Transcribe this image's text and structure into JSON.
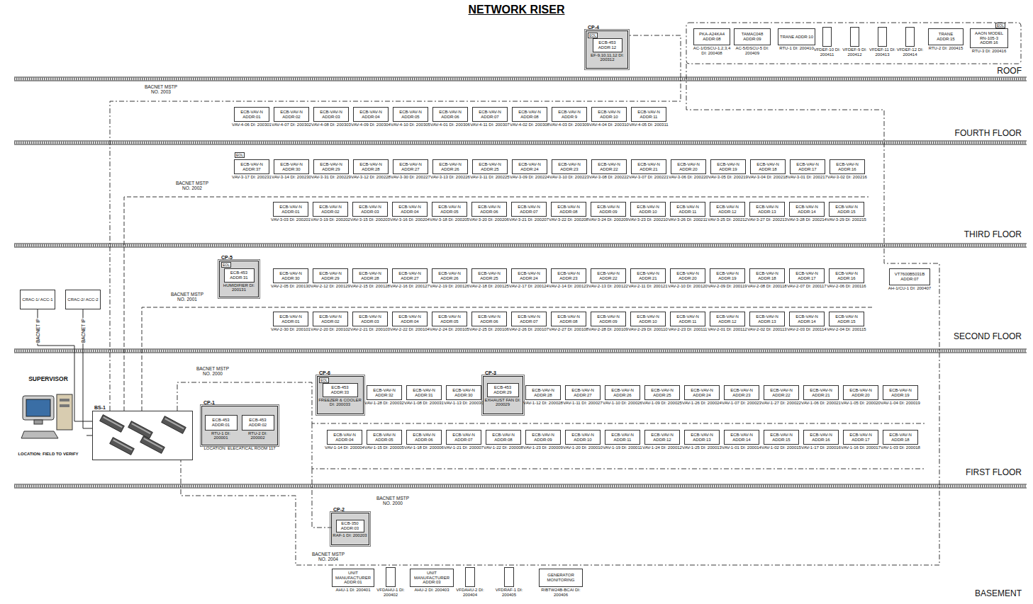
{
  "diagram": {
    "title": "NETWORK RISER",
    "nodes": [
      {
        "text": [
          "CP-4"
        ]
      },
      {
        "text": [
          "ECB-453 ADDR:12",
          "EF-9,10,11,12 DI: 200312"
        ],
        "in": 0
      },
      {
        "text": [
          "PKA-A24KA4 ADDR:08",
          "AC-1/DSCU-1,2,3,4 DI: 200408"
        ]
      },
      {
        "text": [
          "TAMAC048 ADDR:09",
          "AC-5/DSCU-5 DI: 200409"
        ]
      },
      {
        "text": [
          "TRANE ADDR:10",
          "RTU-1 DI: 200410"
        ]
      },
      {
        "text": [
          "VFDEF-10 DI: 200411"
        ]
      },
      {
        "text": [
          "VFDEF-9 DI: 200412"
        ]
      },
      {
        "text": [
          "VFDEF-11 DI: 200413"
        ]
      },
      {
        "text": [
          "VFDEF-12 DI: 200414"
        ]
      },
      {
        "text": [
          "TRANE ADDR:15",
          "RTU-2 DI: 200415"
        ]
      },
      {
        "text": [
          "AAON MODEL RN-105-3 ADDR:16",
          "RTU-3 DI: 200416"
        ]
      },
      {
        "text": [
          "ECB-VAV-N ADDR:01",
          "VAV-4-06 DI: 200301"
        ]
      },
      {
        "text": [
          "ECB-VAV-N ADDR:02",
          "VAV-4-07 DI: 200302"
        ]
      },
      {
        "text": [
          "ECB-VAV-N ADDR:03",
          "VAV-4-08 DI: 200303"
        ]
      },
      {
        "text": [
          "ECB-VAV-N ADDR:04",
          "VAV-4-09 DI: 200304"
        ]
      },
      {
        "text": [
          "ECB-VAV-N ADDR:05",
          "VAV-4-10 DI: 200305"
        ]
      },
      {
        "text": [
          "ECB-VAV-N ADDR:06",
          "VAV-4-01 DI: 200306"
        ]
      },
      {
        "text": [
          "ECB-VAV-N ADDR:07",
          "VAV-4-11 DI: 200307"
        ]
      },
      {
        "text": [
          "ECB-VAV-N ADDR:08",
          "VAV-4-02 DI: 200308"
        ]
      },
      {
        "text": [
          "ECB-VAV-N ADDR:9",
          "VAV-4-03 DI: 200309"
        ]
      },
      {
        "text": [
          "ECB-VAV-N ADDR:10",
          "VAV-4-04 DI: 200310"
        ]
      },
      {
        "text": [
          "ECB-VAV-N ADDR:11",
          "VAV-4-05 DI: 200311"
        ]
      },
      {
        "text": [
          "ECB-VAV-N ADDR:37",
          "VAV-3-17 DI: 200231"
        ]
      },
      {
        "text": [
          "ECB-VAV-N ADDR:30",
          "VAV-3-14 DI: 200230"
        ]
      },
      {
        "text": [
          "ECB-VAV-N ADDR:29",
          "VAV-3-31 DI: 200229"
        ]
      },
      {
        "text": [
          "ECB-VAV-N ADDR:28",
          "VAV-3-12 DI: 200228"
        ]
      },
      {
        "text": [
          "ECB-VAV-N ADDR:27",
          "VAV-3-30 DI: 200227"
        ]
      },
      {
        "text": [
          "ECB-VAV-N ADDR:26",
          "VAV-3-13 DI: 200226"
        ]
      },
      {
        "text": [
          "ECB-VAV-N ADDR:25",
          "VAV-3-11 DI: 200225"
        ]
      },
      {
        "text": [
          "ECB-VAV-N ADDR:24",
          "VAV-3-09 DI: 200224"
        ]
      },
      {
        "text": [
          "ECB-VAV-N ADDR:23",
          "VAV-3-10 DI: 200223"
        ]
      },
      {
        "text": [
          "ECB-VAV-N ADDR:22",
          "VAV-3-08 DI: 200222"
        ]
      },
      {
        "text": [
          "ECB-VAV-N ADDR:21",
          "VAV-3-07 DI: 200221"
        ]
      },
      {
        "text": [
          "ECB-VAV-N ADDR:20",
          "VAV-3-06 DI: 200220"
        ]
      },
      {
        "text": [
          "ECB-VAV-N ADDR:19",
          "VAV-3-05 DI: 200219"
        ]
      },
      {
        "text": [
          "ECB-VAV-N ADDR:18",
          "VAV-3-04 DI: 200218"
        ]
      },
      {
        "text": [
          "ECB-VAV-N ADDR:17",
          "VAV-3-01 DI: 200217"
        ]
      },
      {
        "text": [
          "ECB-VAV-N ADDR:16",
          "VAV-3-02 DI: 200216"
        ]
      },
      {
        "text": [
          "ECB-VAV-N ADDR:01",
          "VAV-3-03 DI: 200201"
        ]
      },
      {
        "text": [
          "ECB-VAV-N ADDR:02",
          "VAV-3-19 DI: 200202"
        ]
      },
      {
        "text": [
          "ECB-VAV-N ADDR:03",
          "VAV-3-15 DI: 200203"
        ]
      },
      {
        "text": [
          "ECB-VAV-N ADDR:04",
          "VAV-3-16 DI: 200204"
        ]
      },
      {
        "text": [
          "ECB-VAV-N ADDR:05",
          "VAV-3-18 DI: 200205"
        ]
      },
      {
        "text": [
          "ECB-VAV-N ADDR:06",
          "VAV-3-20 DI: 200206"
        ]
      },
      {
        "text": [
          "ECB-VAV-N ADDR:07",
          "VAV-3-21 DI: 200207"
        ]
      },
      {
        "text": [
          "ECB-VAV-N ADDR:08",
          "VAV-3-22 DI: 200208"
        ]
      },
      {
        "text": [
          "ECB-VAV-N ADDR:09",
          "VAV-3-24 DI: 200209"
        ]
      },
      {
        "text": [
          "ECB-VAV-N ADDR:10",
          "VAV-3-23 DI: 200210"
        ]
      },
      {
        "text": [
          "ECB-VAV-N ADDR:11",
          "VAV-3-26 DI: 200211"
        ]
      },
      {
        "text": [
          "ECB-VAV-N ADDR:12",
          "VAV-3-25 DI: 200212"
        ]
      },
      {
        "text": [
          "ECB-VAV-N ADDR:13",
          "VAV-3-27 DI: 200213"
        ]
      },
      {
        "text": [
          "ECB-VAV-N ADDR:14",
          "VAV-3-28 DI: 200214"
        ]
      },
      {
        "text": [
          "ECB-VAV-N ADDR:15",
          "VAV-3-29 DI: 200215"
        ]
      },
      {
        "text": [
          "CP-5"
        ]
      },
      {
        "text": [
          "ECB-453 ADDR:31",
          "HUMIDIFIER DI: 200131"
        ],
        "in": 53
      },
      {
        "text": [
          "ECB-VAV-N ADDR:30",
          "VAV-2-05 DI: 200130"
        ]
      },
      {
        "text": [
          "ECB-VAV-N ADDR:29",
          "VAV-2-12 DI: 200129"
        ]
      },
      {
        "text": [
          "ECB-VAV-N ADDR:28",
          "VAV-2-15 DI: 200128"
        ]
      },
      {
        "text": [
          "ECB-VAV-N ADDR:27",
          "VAV-2-16 DI: 200127"
        ]
      },
      {
        "text": [
          "ECB-VAV-N ADDR:26",
          "VAV-2-19 DI: 200126"
        ]
      },
      {
        "text": [
          "ECB-VAV-N ADDR:25",
          "VAV-2-18 DI: 200125"
        ]
      },
      {
        "text": [
          "ECB-VAV-N ADDR:24",
          "VAV-2-17 DI: 200124"
        ]
      },
      {
        "text": [
          "ECB-VAV-N ADDR:23",
          "VAV-2-14 DI: 200123"
        ]
      },
      {
        "text": [
          "ECB-VAV-N ADDR:22",
          "VAV-2-13 DI: 200122"
        ]
      },
      {
        "text": [
          "ECB-VAV-N ADDR:21",
          "VAV-2-11 DI: 200121"
        ]
      },
      {
        "text": [
          "ECB-VAV-N ADDR:20",
          "VAV-2-10 DI: 200120"
        ]
      },
      {
        "text": [
          "ECB-VAV-N ADDR:19",
          "VAV-2-09 DI: 200119"
        ]
      },
      {
        "text": [
          "ECB-VAV-N ADDR:18",
          "VAV-2-08 DI: 200118"
        ]
      },
      {
        "text": [
          "ECB-VAV-N ADDR:17",
          "VAV-2-07 DI: 200117"
        ]
      },
      {
        "text": [
          "ECB-VAV-N ADDR:16",
          "VAV-2-06 DI: 200116"
        ]
      },
      {
        "text": [
          "VT7600B5031B ADDR:07",
          "AH-1/CU-1 DI: 200407"
        ]
      },
      {
        "text": [
          "ECB-VAV-N ADDR:01",
          "VAV-2-30 DI: 200101"
        ]
      },
      {
        "text": [
          "ECB-VAV-N ADDR:02",
          "VAV-2-20 DI: 200102"
        ]
      },
      {
        "text": [
          "ECB-VAV-N ADDR:03",
          "VAV-2-21 DI: 200103"
        ]
      },
      {
        "text": [
          "ECB-VAV-N ADDR:04",
          "VAV-2-22 DI: 200104"
        ]
      },
      {
        "text": [
          "ECB-VAV-N ADDR:05",
          "VAV-2-24 DI: 200105"
        ]
      },
      {
        "text": [
          "ECB-VAV-N ADDR:06",
          "VAV-2-25 DI: 200106"
        ]
      },
      {
        "text": [
          "ECB-VAV-N ADDR:07",
          "VAV-2-26 DI: 200107"
        ]
      },
      {
        "text": [
          "ECB-VAV-N ADDR:08",
          "VAV-2-27 DI: 200108"
        ]
      },
      {
        "text": [
          "ECB-VAV-N ADDR:09",
          "VAV-2-28 DI: 200109"
        ]
      },
      {
        "text": [
          "ECB-VAV-N ADDR:10",
          "VAV-2-29 DI: 200110"
        ]
      },
      {
        "text": [
          "ECB-VAV-N ADDR:11",
          "VAV-2-23 DI: 200111"
        ]
      },
      {
        "text": [
          "ECB-VAV-N ADDR:12",
          "VAV-2-01 DI: 200112"
        ]
      },
      {
        "text": [
          "ECB-VAV-N ADDR:13",
          "VAV-2-02 DI: 200113"
        ]
      },
      {
        "text": [
          "ECB-VAV-N ADDR:14",
          "VAV-2-03 DI: 200114"
        ]
      },
      {
        "text": [
          "ECB-VAV-N ADDR:15",
          "VAV-2-04 DI: 200115"
        ]
      },
      {
        "text": [
          "CRAC-1/ ACC-1"
        ]
      },
      {
        "text": [
          "CRAC-2/ ACC-2"
        ]
      },
      {
        "text": [
          "SUPERVISOR",
          "LOCATION: FIELD TO VERIFY"
        ]
      },
      {
        "text": [
          "BS-1"
        ]
      },
      {
        "text": [
          "CP-1",
          "LOCATION: ELECATICAL ROOM 117"
        ]
      },
      {
        "text": [
          "ECB-453 ADDR:01",
          "RTU-1 DI: 200001"
        ],
        "in": 90
      },
      {
        "text": [
          "ECB-453 ADDR:02",
          "RTU-2 DI: 200002"
        ],
        "in": 90
      },
      {
        "text": [
          "CP-6"
        ]
      },
      {
        "text": [
          "ECB-453 ADDR:33",
          "FREEZER & COOLER DI: 200033"
        ],
        "in": 93
      },
      {
        "text": [
          "ECB-VAV-N ADDR:32",
          "VAV-1-28 DI: 200032"
        ]
      },
      {
        "text": [
          "ECB-VAV-N ADDR:31",
          "VAV-1-08 DI: 200031"
        ]
      },
      {
        "text": [
          "ECB-VAV-N ADDR:30",
          "VAV-1-13 DI: 200030"
        ]
      },
      {
        "text": [
          "CP-3"
        ]
      },
      {
        "text": [
          "ECB-453 ADDR:29",
          "EXHAUST FAN DI: 200029"
        ],
        "in": 98
      },
      {
        "text": [
          "ECB-VAV-N ADDR:28",
          "VAV-1-12 DI: 200028"
        ]
      },
      {
        "text": [
          "ECB-VAV-N ADDR:27",
          "VAV-1-11 DI: 200027"
        ]
      },
      {
        "text": [
          "ECB-VAV-N ADDR:26",
          "VAV-1-10 DI: 200026"
        ]
      },
      {
        "text": [
          "ECB-VAV-N ADDR:25",
          "VAV-1-09 DI: 200025"
        ]
      },
      {
        "text": [
          "ECB-VAV-N ADDR:24",
          "VAV-1-26 DI: 200024"
        ]
      },
      {
        "text": [
          "ECB-VAV-N ADDR:23",
          "VAV-1-07 DI: 200023"
        ]
      },
      {
        "text": [
          "ECB-VAV-N ADDR:22",
          "VAV-1-27 DI: 200022"
        ]
      },
      {
        "text": [
          "ECB-VAV-N ADDR:21",
          "VAV-1-06 DI: 200021"
        ]
      },
      {
        "text": [
          "ECB-VAV-N ADDR:20",
          "VAV-1-05 DI: 200020"
        ]
      },
      {
        "text": [
          "ECB-VAV-N ADDR:19",
          "VAV-1-04 DI: 200019"
        ]
      },
      {
        "text": [
          "ECB-VAV-N ADDR:04",
          "VAV-1-14 DI: 200004"
        ]
      },
      {
        "text": [
          "ECB-VAV-N ADDR:05",
          "VAV-1-15 DI: 200005"
        ]
      },
      {
        "text": [
          "ECB-VAV-N ADDR:06",
          "VAV-1-18 DI: 200006"
        ]
      },
      {
        "text": [
          "ECB-VAV-N ADDR:07",
          "VAV-1-21 DI: 200007"
        ]
      },
      {
        "text": [
          "ECB-VAV-N ADDR:08",
          "VAV-1-22 DI: 200008"
        ]
      },
      {
        "text": [
          "ECB-VAV-N ADDR:09",
          "VAV-1-23 DI: 200009"
        ]
      },
      {
        "text": [
          "ECB-VAV-N ADDR:10",
          "VAV-1-20 DI: 200010"
        ]
      },
      {
        "text": [
          "ECB-VAV-N ADDR:11",
          "VAV-1-19 DI: 200011"
        ]
      },
      {
        "text": [
          "ECB-VAV-N ADDR:12",
          "VAV-1-24 DI: 200012"
        ]
      },
      {
        "text": [
          "ECB-VAV-N ADDR:13",
          "VAV-1-25 DI: 200013"
        ]
      },
      {
        "text": [
          "ECB-VAV-N ADDR:14",
          "VAV-1-01 DI: 200014"
        ]
      },
      {
        "text": [
          "ECB-VAV-N ADDR:15",
          "VAV-1-02 DI: 200015"
        ]
      },
      {
        "text": [
          "ECB-VAV-N ADDR:16",
          "VAV-1-17 DI: 200016"
        ]
      },
      {
        "text": [
          "ECB-VAV-N ADDR:17",
          "VAV-1-16 DI: 200017"
        ]
      },
      {
        "text": [
          "ECB-VAV-N ADDR:18",
          "VAV-1-03 DI: 200018"
        ]
      },
      {
        "text": [
          "CP-2"
        ]
      },
      {
        "text": [
          "ECB-350 ADDR:03",
          "RAF-1 DI: 200203"
        ],
        "in": 125
      },
      {
        "text": [
          "UNIT MANUFACTURER ADDR:01",
          "AHU-1 DI: 200401"
        ]
      },
      {
        "text": [
          "VFDAHU-1 DI: 200402"
        ]
      },
      {
        "text": [
          "UNIT MANUFACTURER ADDR:03",
          "AHU-2 DI: 200403"
        ]
      },
      {
        "text": [
          "VFDAHU-2 DI: 200404"
        ]
      },
      {
        "text": [
          "VFDRAF-1 DI: 200405"
        ]
      },
      {
        "text": [
          "GENERATOR MONITORING",
          "RIBTW24B-BCAI DI: 200406"
        ]
      }
    ],
    "edges": [
      {
        "from": 86,
        "to": 89,
        "label": "BACNET IP",
        "arrow": "none"
      },
      {
        "from": 87,
        "to": 89,
        "label": "BACNET IP",
        "arrow": "none"
      },
      {
        "from": 88,
        "to": 89,
        "arrow": "none"
      }
    ],
    "labels": [
      "ROOF",
      "FOURTH FLOOR",
      "THIRD FLOOR",
      "SECOND FLOOR",
      "FIRST FLOOR",
      "BASEMENT",
      "BACNET MSTP NO. 2003",
      "BACNET MSTP NO. 2002",
      "BACNET MSTP NO. 2001",
      "BACNET MSTP NO. 2000",
      "BACNET MSTP NO. 2000",
      "BACNET MSTP NO. 2004",
      "EOL",
      "EOL",
      "EOL",
      "EOL",
      "EOL"
    ]
  }
}
